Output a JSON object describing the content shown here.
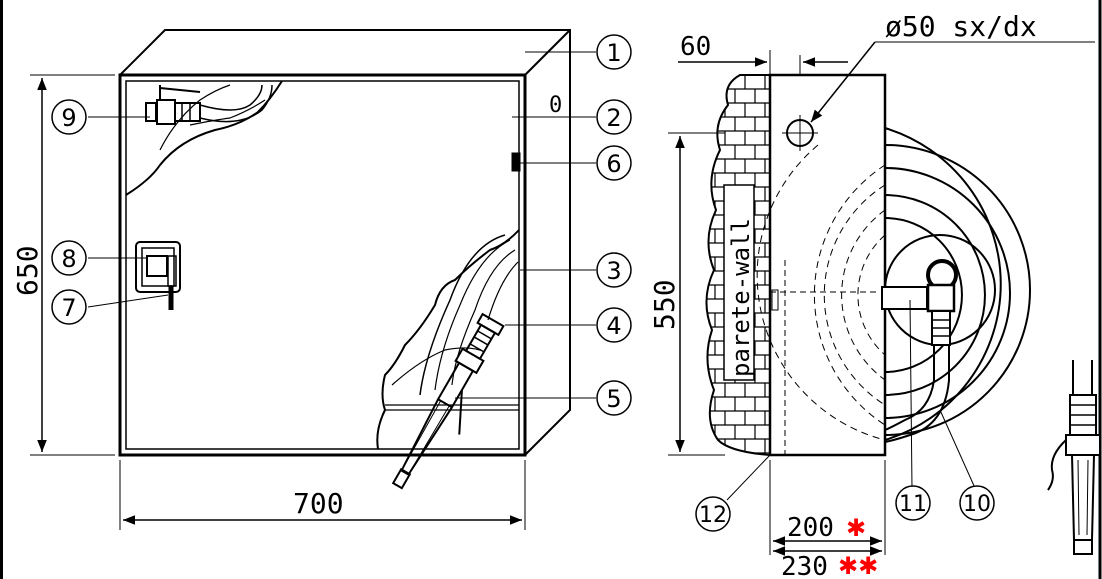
{
  "front_view": {
    "width_dim": "700",
    "height_dim": "650",
    "small_label": "0"
  },
  "side_view": {
    "pipe_label": "ø50 sx/dx",
    "offset_dim": "60",
    "height_dim": "550",
    "wall_label": "parete-wall",
    "depth_dim_1": "200",
    "depth_dim_1_mark": "✱",
    "depth_dim_2": "230",
    "depth_dim_2_mark": "✱✱"
  },
  "callouts": [
    {
      "id": "1",
      "label": "1"
    },
    {
      "id": "2",
      "label": "2"
    },
    {
      "id": "3",
      "label": "3"
    },
    {
      "id": "4",
      "label": "4"
    },
    {
      "id": "5",
      "label": "5"
    },
    {
      "id": "6",
      "label": "6"
    },
    {
      "id": "7",
      "label": "7"
    },
    {
      "id": "8",
      "label": "8"
    },
    {
      "id": "9",
      "label": "9"
    },
    {
      "id": "10",
      "label": "10"
    },
    {
      "id": "11",
      "label": "11"
    },
    {
      "id": "12",
      "label": "12"
    }
  ],
  "colors": {
    "line": "#000000",
    "accent": "#ff0000"
  }
}
